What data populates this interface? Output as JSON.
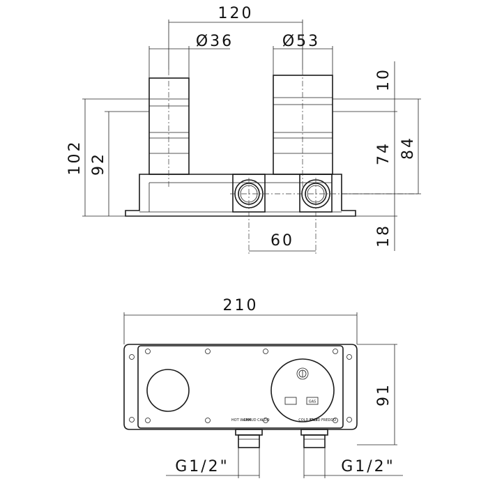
{
  "dimensions": {
    "width_between_outlets": "120",
    "outlet_left_diameter": "Ø36",
    "outlet_right_diameter": "Ø53",
    "cap_height": "10",
    "total_height_left": "102",
    "body_height_left": "92",
    "body_height_right_a": "74",
    "body_height_right_b": "84",
    "base_height": "18",
    "inlet_spacing": "60",
    "overall_width": "210",
    "overall_height": "91",
    "thread_left": "G1/2\"",
    "thread_right": "G1/2\""
  },
  "labels": {
    "hot_inlet": "HOT WARM",
    "chaud": "CHAUD CALDO",
    "cold_inlet": "COLD KALT",
    "froid": "FROID FREDDO",
    "gas": "GAS"
  }
}
